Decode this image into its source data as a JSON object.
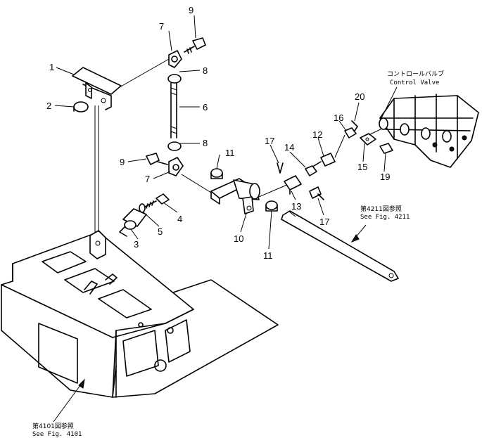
{
  "labels": {
    "p1": "1",
    "p2": "2",
    "p3": "3",
    "p4": "4",
    "p5": "5",
    "p6": "6",
    "p7a": "7",
    "p7b": "7",
    "p8a": "8",
    "p8b": "8",
    "p9a": "9",
    "p9b": "9",
    "p10": "10",
    "p11a": "11",
    "p11b": "11",
    "p12": "12",
    "p13": "13",
    "p14": "14",
    "p15": "15",
    "p16": "16",
    "p17a": "17",
    "p17b": "17",
    "p19": "19",
    "p20": "20"
  },
  "notes": {
    "control_valve_ja": "コントロールバルブ",
    "control_valve_en": "Control Valve",
    "fig4211_ja": "第4211図参照",
    "fig4211_en": "See  Fig.  4211",
    "fig4101_ja": "第4101図参照",
    "fig4101_en": "See  Fig.  4101"
  },
  "colors": {
    "line": "#000000",
    "background": "#ffffff"
  }
}
